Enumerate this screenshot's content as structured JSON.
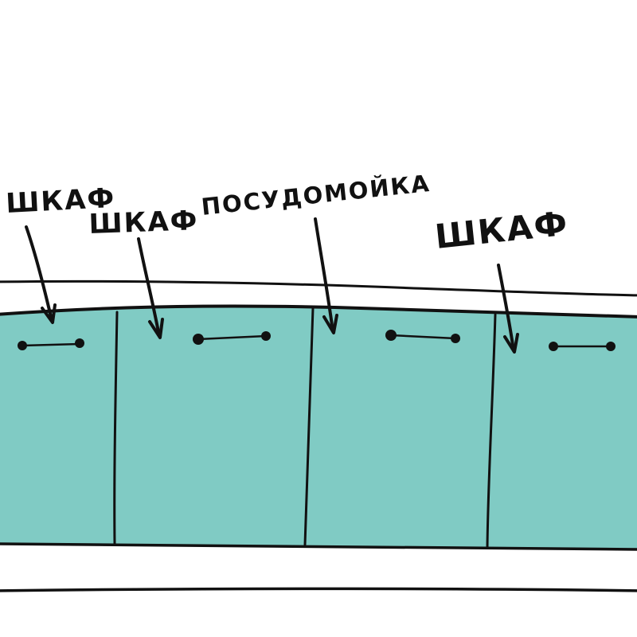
{
  "labels": {
    "cabinet_1": "ШКАФ",
    "cabinet_2": "ШКАФ",
    "dishwasher": "ПОСУДОМОЙКА",
    "cabinet_3": "ШКАФ"
  },
  "colors": {
    "cabinet_fill": "#80CBC4",
    "ink": "#111111",
    "background": "#FFFFFF"
  }
}
